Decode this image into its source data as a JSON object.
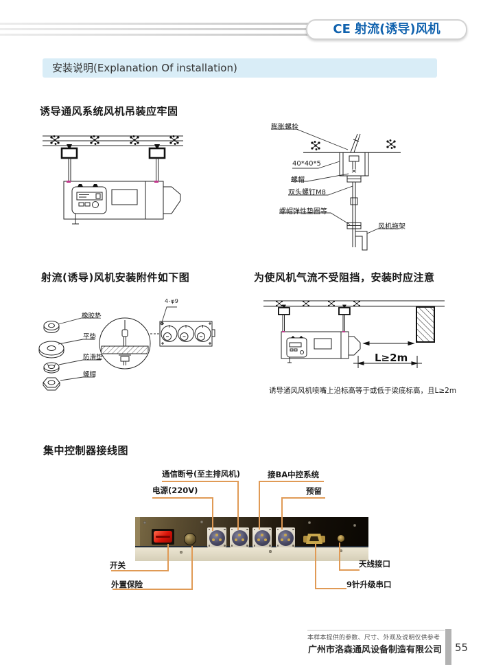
{
  "header": {
    "badge": "CE 射流(诱导)风机",
    "section_bar": "安装说明(Explanation Of installation)"
  },
  "hoisting": {
    "title": "诱导通风系统风机吊装应牢固",
    "labels": {
      "expansion_bolt": "膨胀螺栓",
      "angle": "40*40*5",
      "nut": "螺帽",
      "stud": "双头螺钉M8",
      "nut_washer": "螺帽弹性垫圈等",
      "bracket": "风机拖架"
    }
  },
  "accessories": {
    "title": "射流(诱导)风机安装附件如下图",
    "labels": {
      "rubber_pad": "橡胶垫",
      "flat_washer": "平垫",
      "antislip_pad": "防滑垫",
      "nut": "螺帽",
      "holes": "4-φ9"
    }
  },
  "clearance": {
    "title": "为使风机气流不受阻挡，安装时应注意",
    "dimension": "L≥2m",
    "caption": "诱导通风风机喷嘴上沿标高等于或低于梁底标高，且L≥2m"
  },
  "controller": {
    "title": "集中控制器接线图",
    "labels": {
      "comm": "通信断号(至主排风机)",
      "power": "电源(220V)",
      "ba": "接BA中控系统",
      "reserved": "预留",
      "switch": "开关",
      "fuse": "外置保险",
      "antenna": "天线接口",
      "serial": "9针升级串口"
    }
  },
  "footer": {
    "disclaimer": "本样本提供的参数、尺寸、外观及说明仅供参考",
    "company": "广州市洛森通风设备制造有限公司",
    "page_number": "55"
  },
  "colors": {
    "accent_blue": "#1062ae",
    "section_bar_bg": "#d9edf7",
    "leader_orange": "#e09a55",
    "switch_red": "#d81208"
  }
}
